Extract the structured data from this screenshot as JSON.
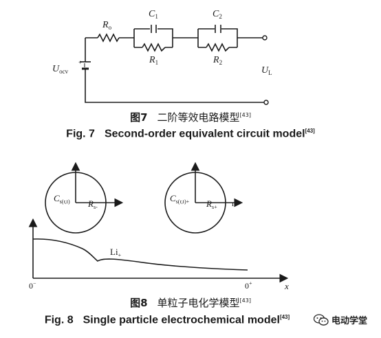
{
  "figure7": {
    "labels": {
      "r0_main": "R",
      "r0_sub": "o",
      "c1_main": "C",
      "c1_sub": "1",
      "r1_main": "R",
      "r1_sub": "1",
      "c2_main": "C",
      "c2_sub": "2",
      "r2_main": "R",
      "r2_sub": "2",
      "uocv_main": "U",
      "uocv_sub": "ocv",
      "ul_main": "U",
      "ul_sub": "L"
    },
    "caption_cn_num": "图7",
    "caption_cn_text": "二阶等效电路模型",
    "caption_en_num": "Fig. 7",
    "caption_en_text": "Second-order equivalent circuit model",
    "ref": "[43]"
  },
  "figure8": {
    "labels": {
      "cs_left_main": "C",
      "cs_left_sub": "s(r,t)",
      "rs_left_main": "R",
      "rs_left_sub": "s-",
      "cs_right_main": "C",
      "cs_right_sub": "s(r,t)+",
      "rs_right_main": "R",
      "rs_right_sub": "s+",
      "r_axis": "r",
      "li": "Li",
      "li_sup": "+",
      "x0": "0",
      "x0_sup": "−",
      "x1": "0",
      "x1_sup": "+",
      "x_axis": "x"
    },
    "caption_cn_num": "图8",
    "caption_cn_text": "单粒子电化学模型",
    "caption_en_num": "Fig. 8",
    "caption_en_text": "Single particle electrochemical model",
    "ref": "[43]"
  },
  "watermark": {
    "text": "电动学堂",
    "icon": "wechat-icon"
  }
}
